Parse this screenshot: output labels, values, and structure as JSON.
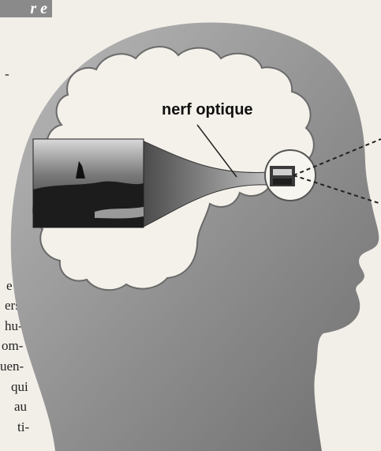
{
  "header_tag": {
    "text": "r e"
  },
  "diagram": {
    "label": "nerf optique"
  },
  "text_fragments": [
    "-",
    "e",
    "ers",
    "hu-",
    "om-",
    "uen-",
    "qui",
    "au",
    "ti-"
  ],
  "colors": {
    "head_fill": "#8e8e8e",
    "brain_fill": "#f4f1ea",
    "background": "#f2efe8",
    "nerve": "#111111"
  }
}
